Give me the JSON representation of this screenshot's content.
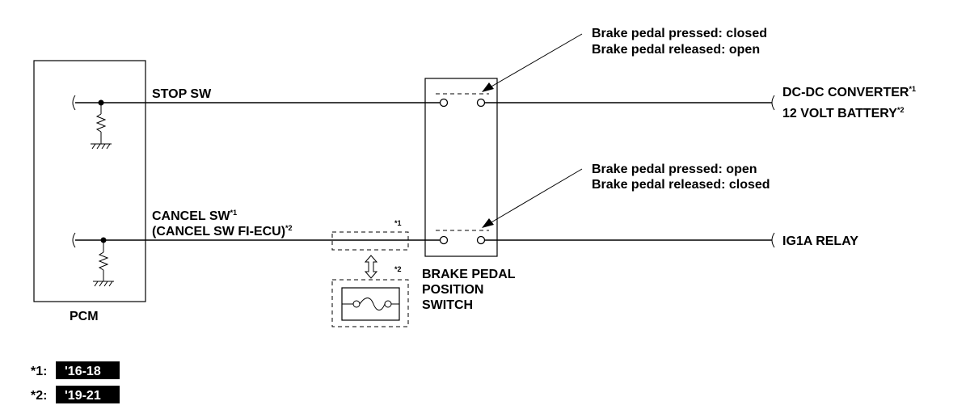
{
  "pcm": {
    "label": "PCM"
  },
  "stop_sw": {
    "label": "STOP SW"
  },
  "cancel_sw": {
    "label": "CANCEL SW",
    "label_sup": "*1",
    "label2": "(CANCEL SW FI-ECU)",
    "label2_sup": "*2"
  },
  "switch": {
    "line1": "BRAKE PEDAL",
    "line2": "POSITION",
    "line3": "SWITCH"
  },
  "top_note": {
    "line1": "Brake pedal pressed: closed",
    "line2": "Brake pedal released: open"
  },
  "bottom_note": {
    "line1": "Brake pedal pressed: open",
    "line2": "Brake pedal released: closed"
  },
  "right_top": {
    "line1": "DC-DC CONVERTER",
    "line1_sup": "*1",
    "line2": "12 VOLT BATTERY",
    "line2_sup": "*2"
  },
  "right_bottom": {
    "label": "IG1A RELAY"
  },
  "markers": {
    "m1": "*1",
    "m2": "*2"
  },
  "legend": [
    {
      "key": "*1:",
      "value": "'16-18"
    },
    {
      "key": "*2:",
      "value": "'19-21"
    }
  ]
}
